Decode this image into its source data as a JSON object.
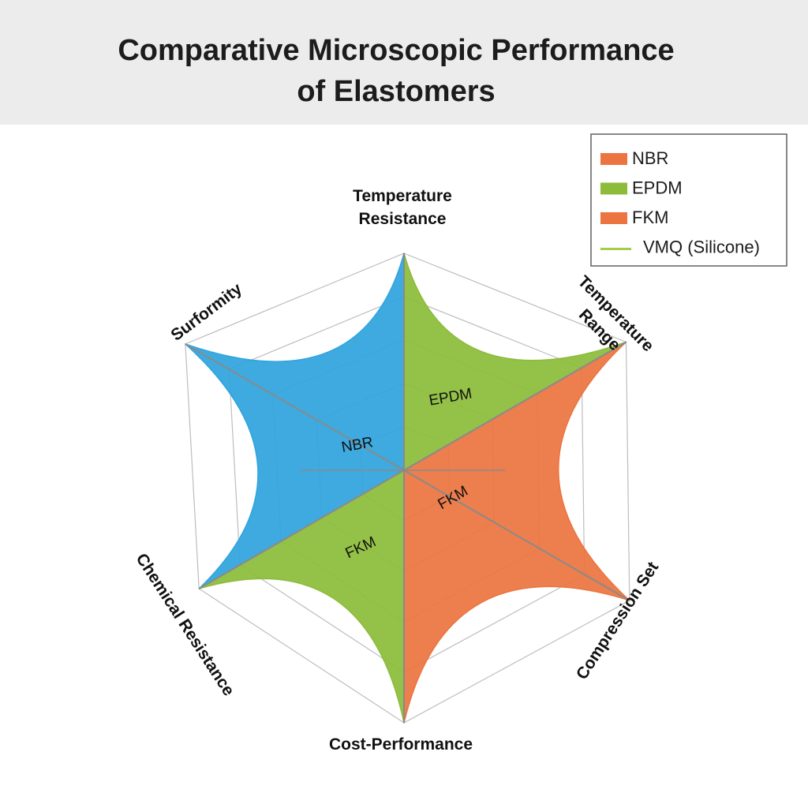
{
  "title": {
    "line1": "Comparative Microscopic Performance",
    "line2": "of Elastomers"
  },
  "colors": {
    "blue": "#2fa4dd",
    "green": "#8cbc3a",
    "orange": "#ec7440",
    "grid": "#bdbdbd",
    "axis": "#8a8a8a"
  },
  "legend": [
    {
      "name": "NBR",
      "color": "#ec7440",
      "swatch": "box"
    },
    {
      "name": "EPDM",
      "color": "#8cbc3a",
      "swatch": "box"
    },
    {
      "name": "FKM",
      "color": "#ec7440",
      "swatch": "box"
    },
    {
      "name": "VMQ (Silicone)",
      "color": "#a6cc4c",
      "swatch": "line"
    }
  ],
  "chart_data": {
    "type": "radar",
    "title": "Comparative Microscopic Performance of Elastomers",
    "axes": [
      "Temperature Resistance",
      "Temperature Range",
      "Compression Set",
      "Cost-Performance",
      "Chemical Resistance",
      "Surformity"
    ],
    "range": [
      0,
      5
    ],
    "rings": 5,
    "grid": true,
    "legend_position": "top-right",
    "regions": [
      {
        "label": "NBR",
        "color": "#2fa4dd",
        "from_axis": "Chemical Resistance",
        "to_axis": "Temperature Resistance",
        "values": [
          5,
          5,
          5
        ]
      },
      {
        "label": "EPDM",
        "color": "#8cbc3a",
        "from_axis": "Temperature Resistance",
        "to_axis": "Temperature Range",
        "values": [
          5,
          5
        ]
      },
      {
        "label": "FKM",
        "color": "#8cbc3a",
        "from_axis": "Cost-Performance",
        "to_axis": "Chemical Resistance",
        "values": [
          5,
          5
        ]
      },
      {
        "label": "FKM",
        "color": "#ec7440",
        "from_axis": "Temperature Range",
        "to_axis": "Cost-Performance",
        "values": [
          5,
          5,
          5
        ]
      }
    ]
  }
}
